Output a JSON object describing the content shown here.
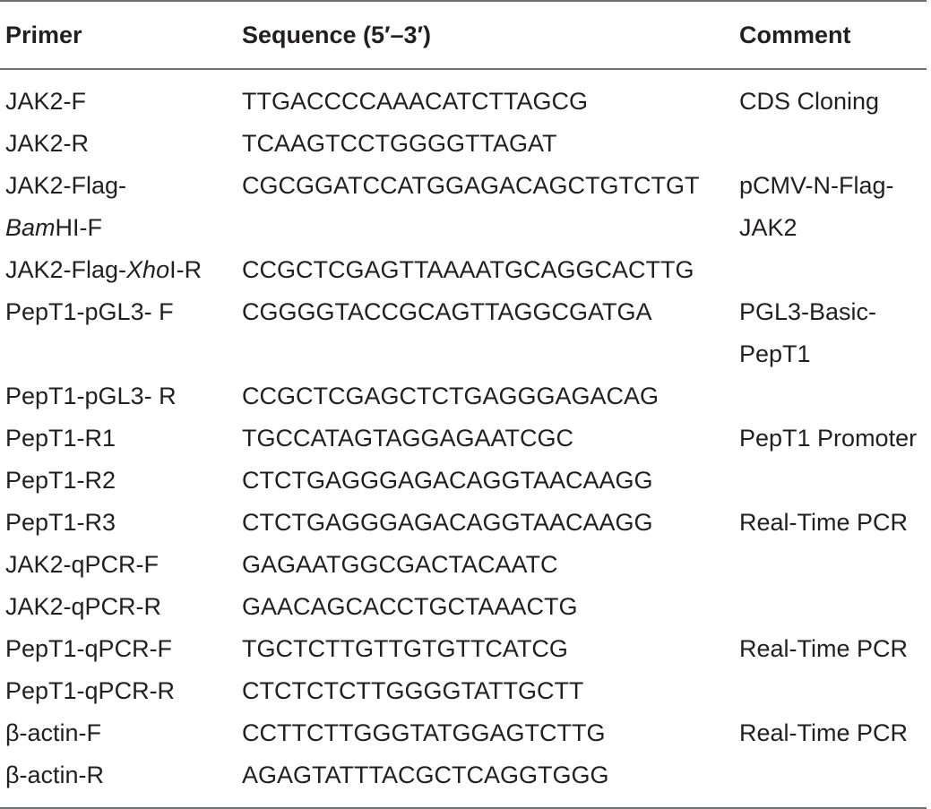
{
  "table": {
    "headers": {
      "primer": "Primer",
      "sequence": "Sequence (5′–3′)",
      "comment": "Comment"
    },
    "rows": [
      {
        "primer": "JAK2-F",
        "sequence": "TTGACCCCAAACATCTTAGCG",
        "comment": "CDS Cloning"
      },
      {
        "primer": "JAK2-R",
        "sequence": "TCAAGTCCTGGGGTTAGAT",
        "comment": ""
      },
      {
        "primer_pre": "JAK2-Flag-",
        "primer_italic": "Bam",
        "primer_post": "HI-F",
        "sequence": "CGCGGATCCATGGAGACAGCTGTCTGT",
        "comment_line1": "pCMV-N-Flag-",
        "comment_line2": "JAK2"
      },
      {
        "primer_pre": "JAK2-Flag-",
        "primer_italic": "Xho",
        "primer_post": "I-R",
        "sequence": "CCGCTCGAGTTAAAATGCAGGCACTTG",
        "comment": ""
      },
      {
        "primer": "PepT1-pGL3- F",
        "sequence": "CGGGGTACCGCAGTTAGGCGATGA",
        "comment_line1": "PGL3-Basic-",
        "comment_line2": "PepT1"
      },
      {
        "primer": "PepT1-pGL3- R",
        "sequence": "CCGCTCGAGCTCTGAGGGAGACAG",
        "comment": ""
      },
      {
        "primer": "PepT1-R1",
        "sequence": "TGCCATAGTAGGAGAATCGC",
        "comment": "PepT1 Promoter"
      },
      {
        "primer": "PepT1-R2",
        "sequence": "CTCTGAGGGAGACAGGTAACAAGG",
        "comment": ""
      },
      {
        "primer": "PepT1-R3",
        "sequence": "CTCTGAGGGAGACAGGTAACAAGG",
        "comment": "Real-Time PCR"
      },
      {
        "primer": "JAK2-qPCR-F",
        "sequence": "GAGAATGGCGACTACAATC",
        "comment": ""
      },
      {
        "primer": "JAK2-qPCR-R",
        "sequence": "GAACAGCACCTGCTAAACTG",
        "comment": ""
      },
      {
        "primer": "PepT1-qPCR-F",
        "sequence": "TGCTCTTGTTGTGTTCATCG",
        "comment": "Real-Time PCR"
      },
      {
        "primer": "PepT1-qPCR-R",
        "sequence": "CTCTCTCTTGGGGTATTGCTT",
        "comment": ""
      },
      {
        "primer": "β-actin-F",
        "sequence": "CCTTCTTGGGTATGGAGTCTTG",
        "comment": "Real-Time PCR"
      },
      {
        "primer": "β-actin-R",
        "sequence": "AGAGTATTTACGCTCAGGTGGG",
        "comment": ""
      }
    ]
  }
}
